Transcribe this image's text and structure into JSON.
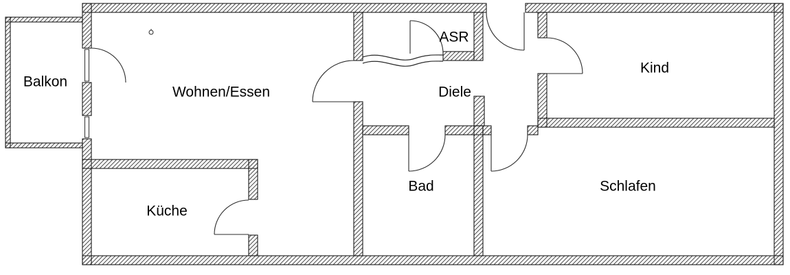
{
  "rooms": {
    "balkon": {
      "label": "Balkon"
    },
    "wohnen_essen": {
      "label": "Wohnen/Essen"
    },
    "kueche": {
      "label": "Küche"
    },
    "asr": {
      "label": "ASR"
    },
    "diele": {
      "label": "Diele"
    },
    "bad": {
      "label": "Bad"
    },
    "kind": {
      "label": "Kind"
    },
    "schlafen": {
      "label": "Schlafen"
    }
  },
  "colors": {
    "wall_outline": "#1a1a1a",
    "hatch": "#4d4d4d",
    "background": "#ffffff",
    "label": "#000000"
  }
}
